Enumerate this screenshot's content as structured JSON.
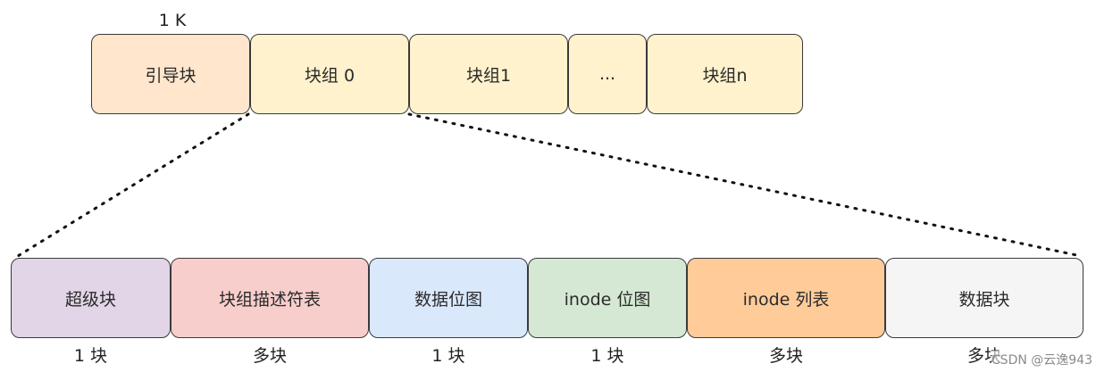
{
  "top_label": "1 K",
  "top_row": [
    {
      "label": "引导块",
      "color": "#ffe6cc"
    },
    {
      "label": "块组 0",
      "color": "#fff2cc"
    },
    {
      "label": "块组1",
      "color": "#fff2cc"
    },
    {
      "label": "...",
      "color": "#fff2cc"
    },
    {
      "label": "块组n",
      "color": "#fff2cc"
    }
  ],
  "bottom_row": [
    {
      "label": "超级块",
      "size": "1 块",
      "color": "#e1d5e7"
    },
    {
      "label": "块组描述符表",
      "size": "多块",
      "color": "#f8cecc"
    },
    {
      "label": "数据位图",
      "size": "1 块",
      "color": "#dae8fc"
    },
    {
      "label": "inode 位图",
      "size": "1 块",
      "color": "#d5e8d4"
    },
    {
      "label": "inode 列表",
      "size": "多块",
      "color": "#ffcc99"
    },
    {
      "label": "数据块",
      "size": "多块",
      "color": "#f5f5f5"
    }
  ],
  "watermark": "CSDN @云逸943"
}
